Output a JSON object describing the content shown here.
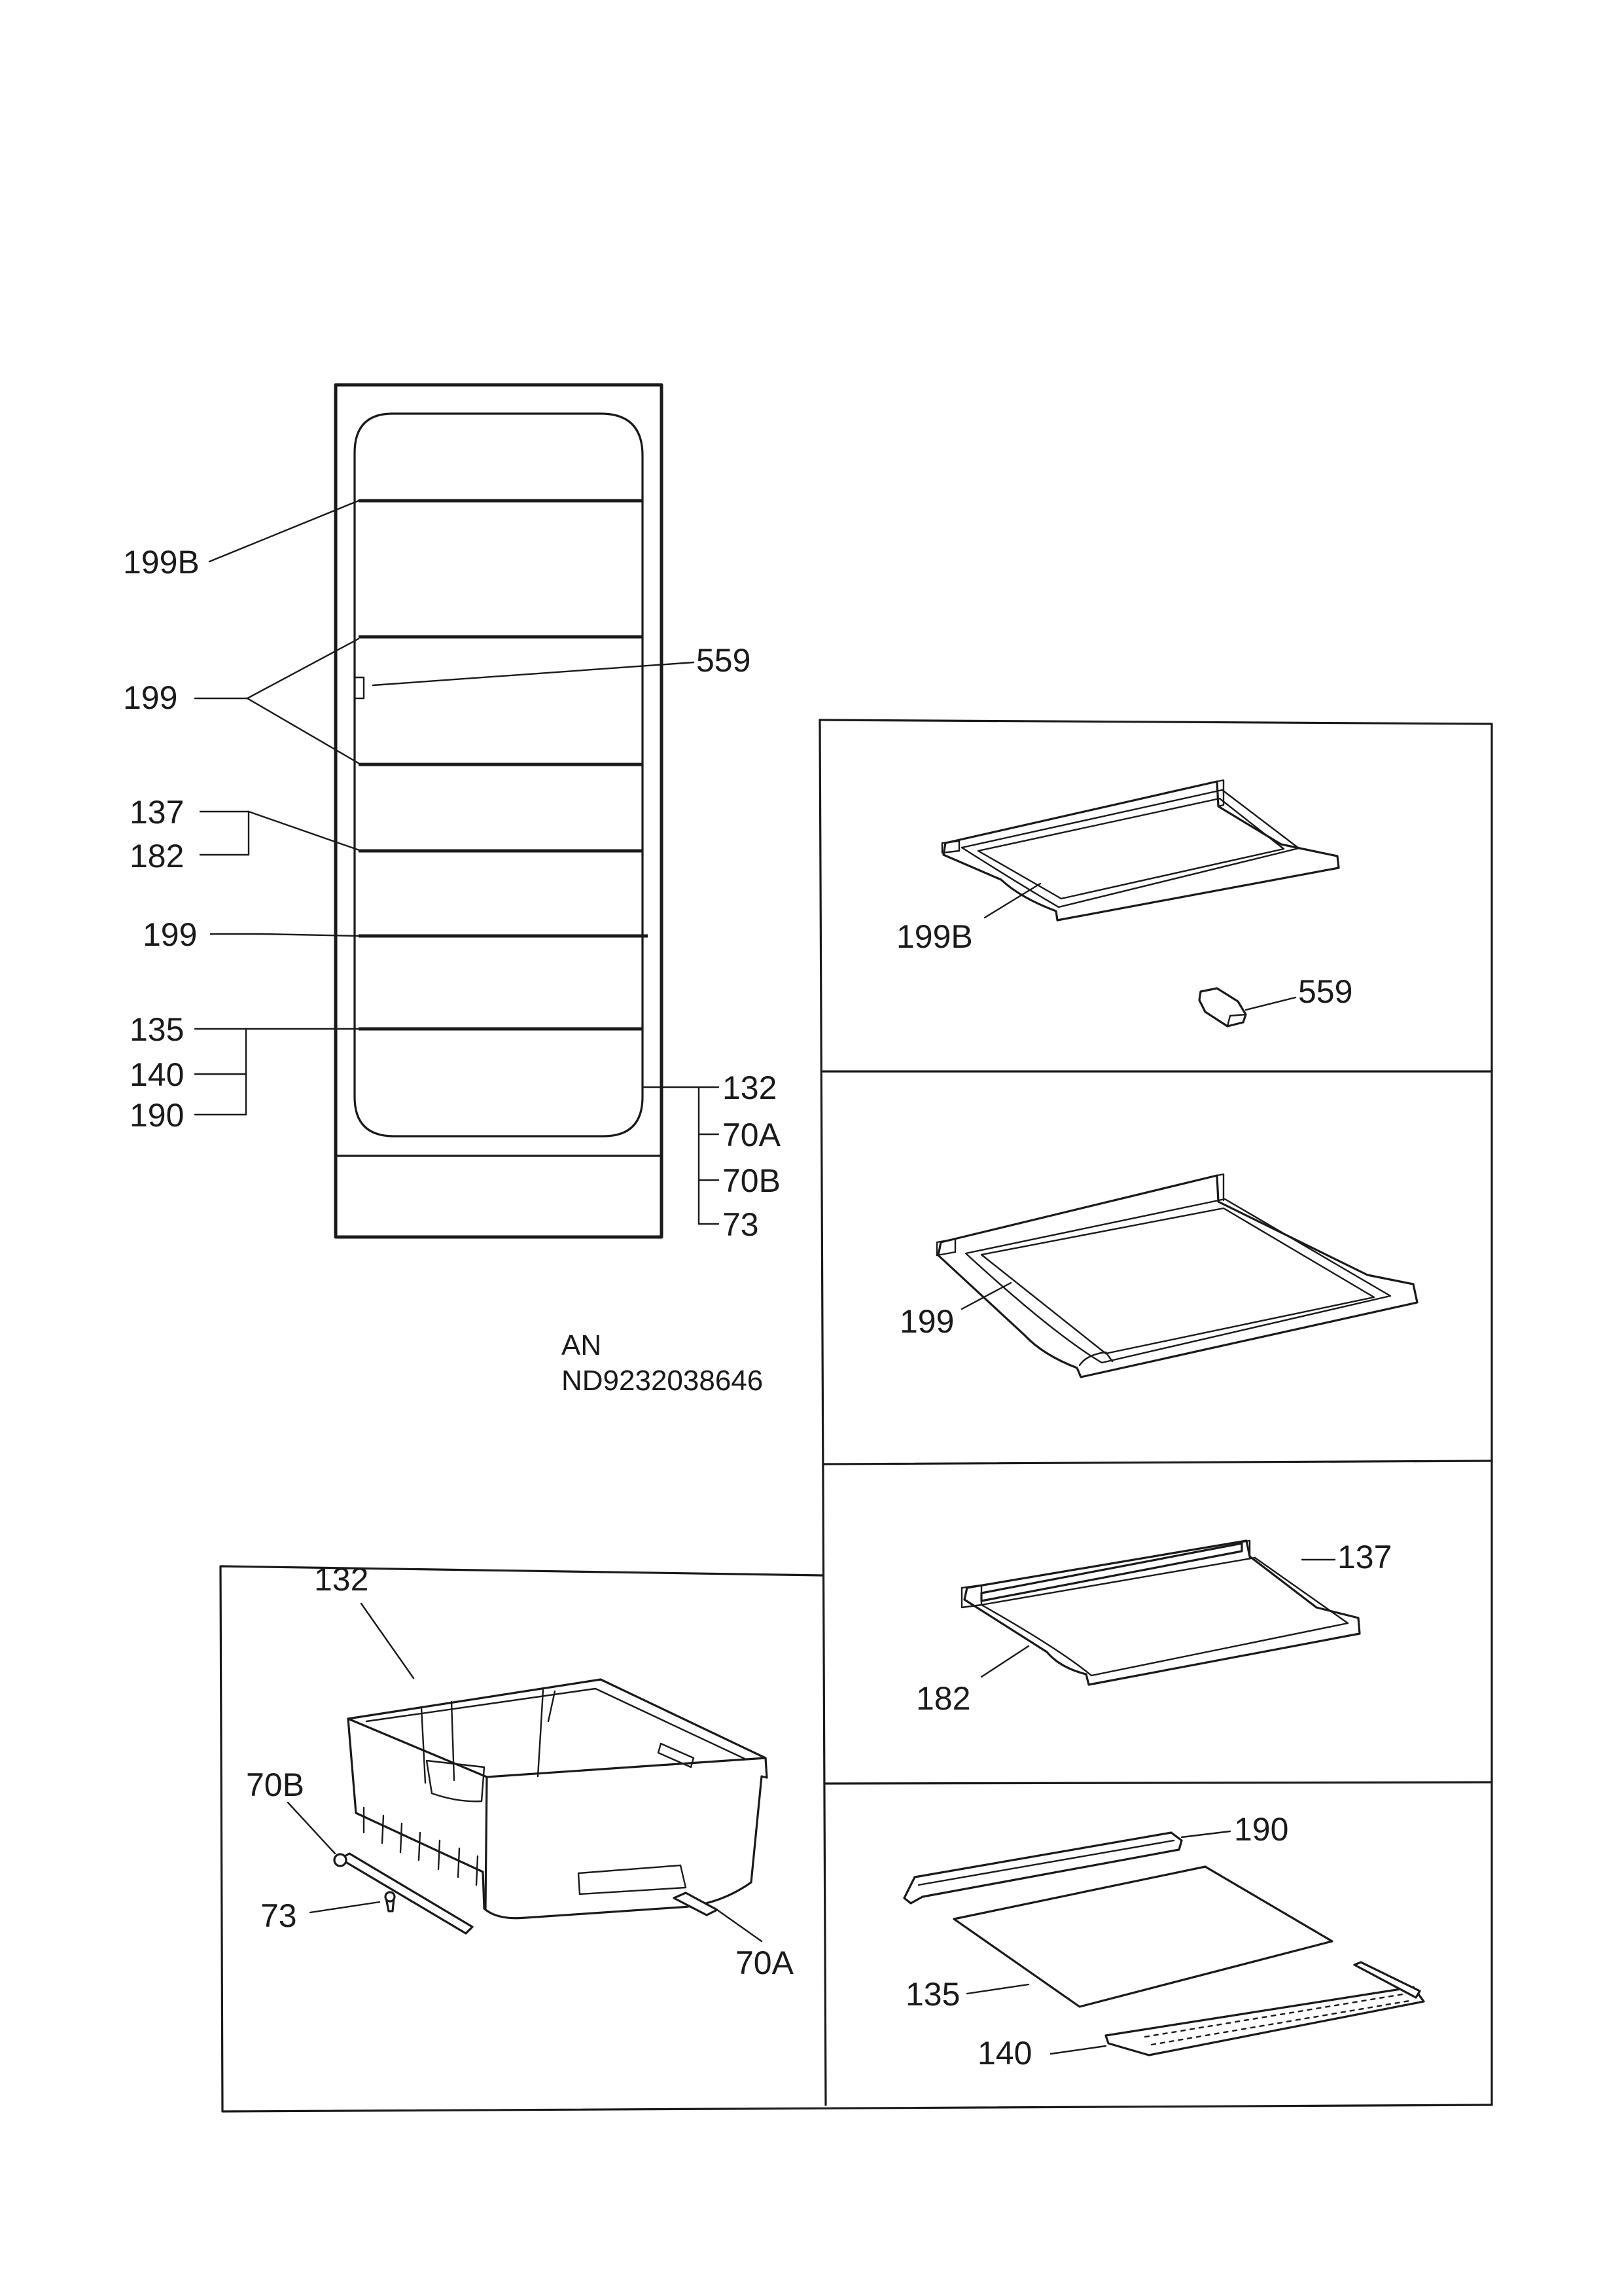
{
  "diagram": {
    "model_line1": "AN",
    "model_line2": "ND9232038646",
    "overview_labels": {
      "l199b": "199B",
      "l199a": "199",
      "l559": "559",
      "l137": "137",
      "l182": "182",
      "l199c": "199",
      "l135": "135",
      "l140": "140",
      "l190": "190",
      "l132": "132",
      "l70a": "70A",
      "l70b": "70B",
      "l73": "73"
    },
    "drawer_panel": {
      "l132": "132",
      "l70b": "70B",
      "l73": "73",
      "l70a": "70A"
    },
    "panel_a": {
      "shelf": "199B",
      "clip": "559"
    },
    "panel_b": {
      "shelf": "199"
    },
    "panel_c": {
      "trim": "137",
      "shelf": "182"
    },
    "panel_d": {
      "rail": "190",
      "glass": "135",
      "trim": "140"
    }
  }
}
